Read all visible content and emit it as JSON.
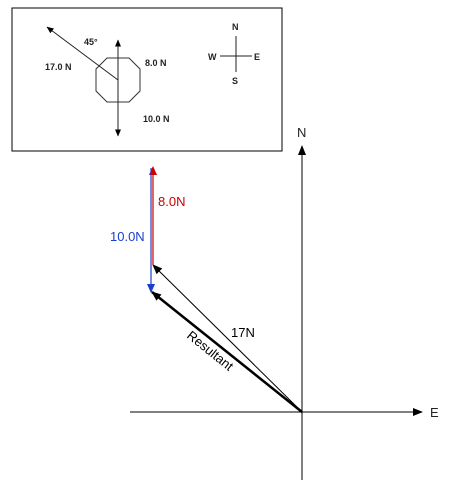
{
  "inset": {
    "angle_label": "45°",
    "force_a_label": "17.0 N",
    "force_b_label": "8.0 N",
    "force_c_label": "10.0 N",
    "compass": {
      "n": "N",
      "s": "S",
      "e": "E",
      "w": "W"
    }
  },
  "axes": {
    "north_label": "N",
    "east_label": "E"
  },
  "vectors": {
    "red_label": "8.0N",
    "blue_label": "10.0N",
    "diag_label": "17N",
    "resultant_label": "Resultant"
  },
  "colors": {
    "red": "#cc0000",
    "blue": "#1a3fcc",
    "ink": "#000000"
  }
}
